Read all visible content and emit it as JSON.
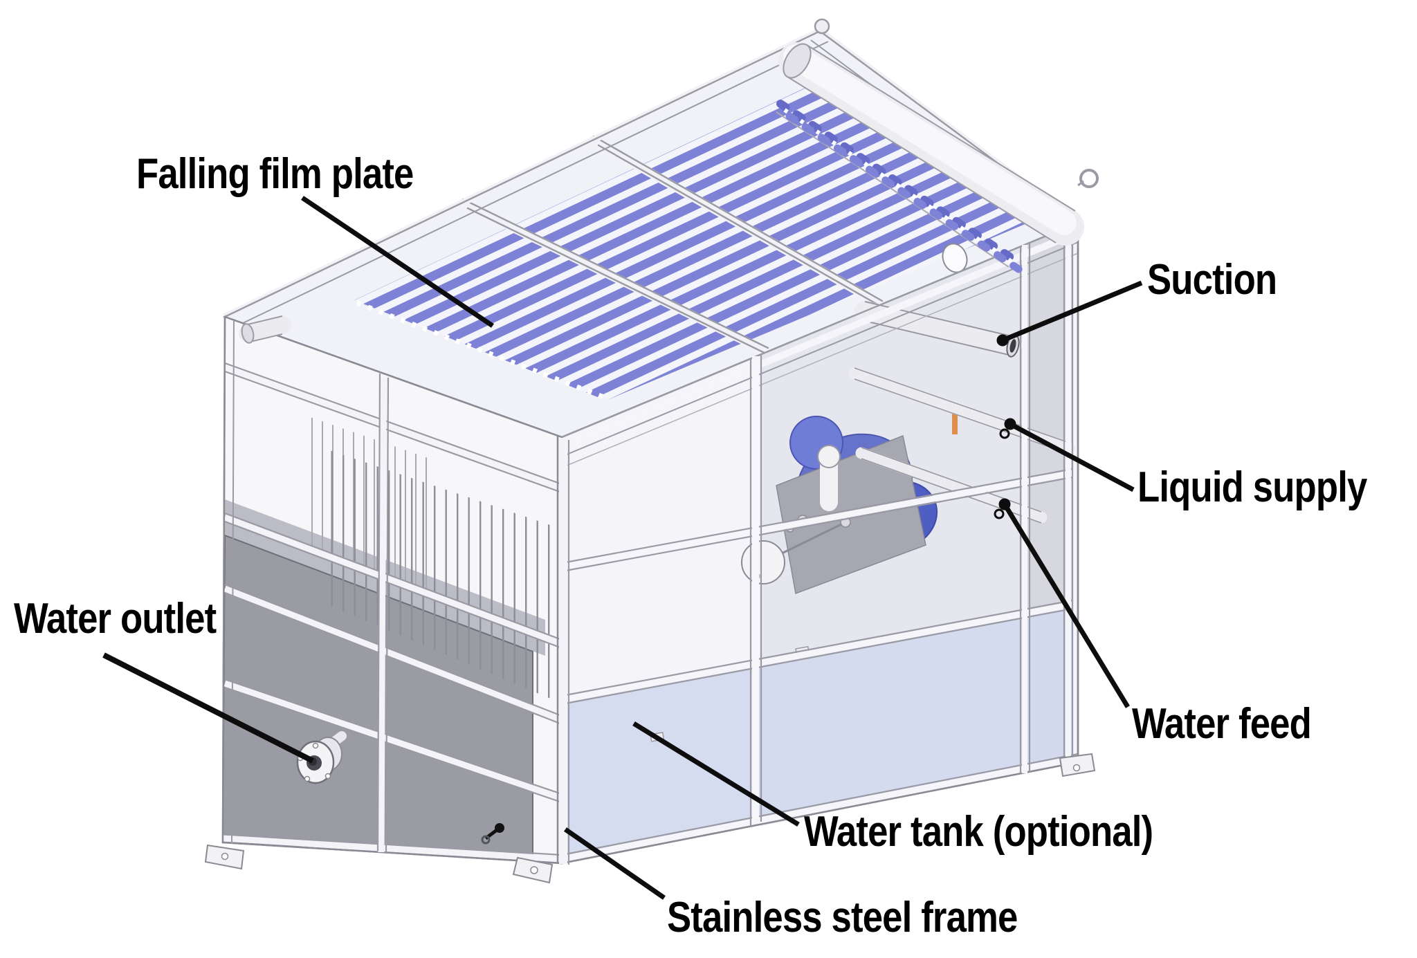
{
  "diagram": {
    "background": "#ffffff",
    "labels": {
      "falling_film_plate": "Falling film plate",
      "suction": "Suction",
      "liquid_supply": "Liquid supply",
      "water_feed": "Water feed",
      "water_outlet": "Water outlet",
      "water_tank": "Water tank (optional)",
      "stainless_steel_frame": "Stainless steel frame"
    },
    "colors": {
      "plate_blue": "#7d82d6",
      "nozzle_blue": "#666bc8",
      "pump_blue": "#5b6ac9",
      "tank_dark_gray": "#9b9ba4",
      "water_tank_panel_blue": "#d3daee",
      "frame_line_gray": "#8a8a94",
      "leader_line_black": "#0d0d0d"
    }
  }
}
